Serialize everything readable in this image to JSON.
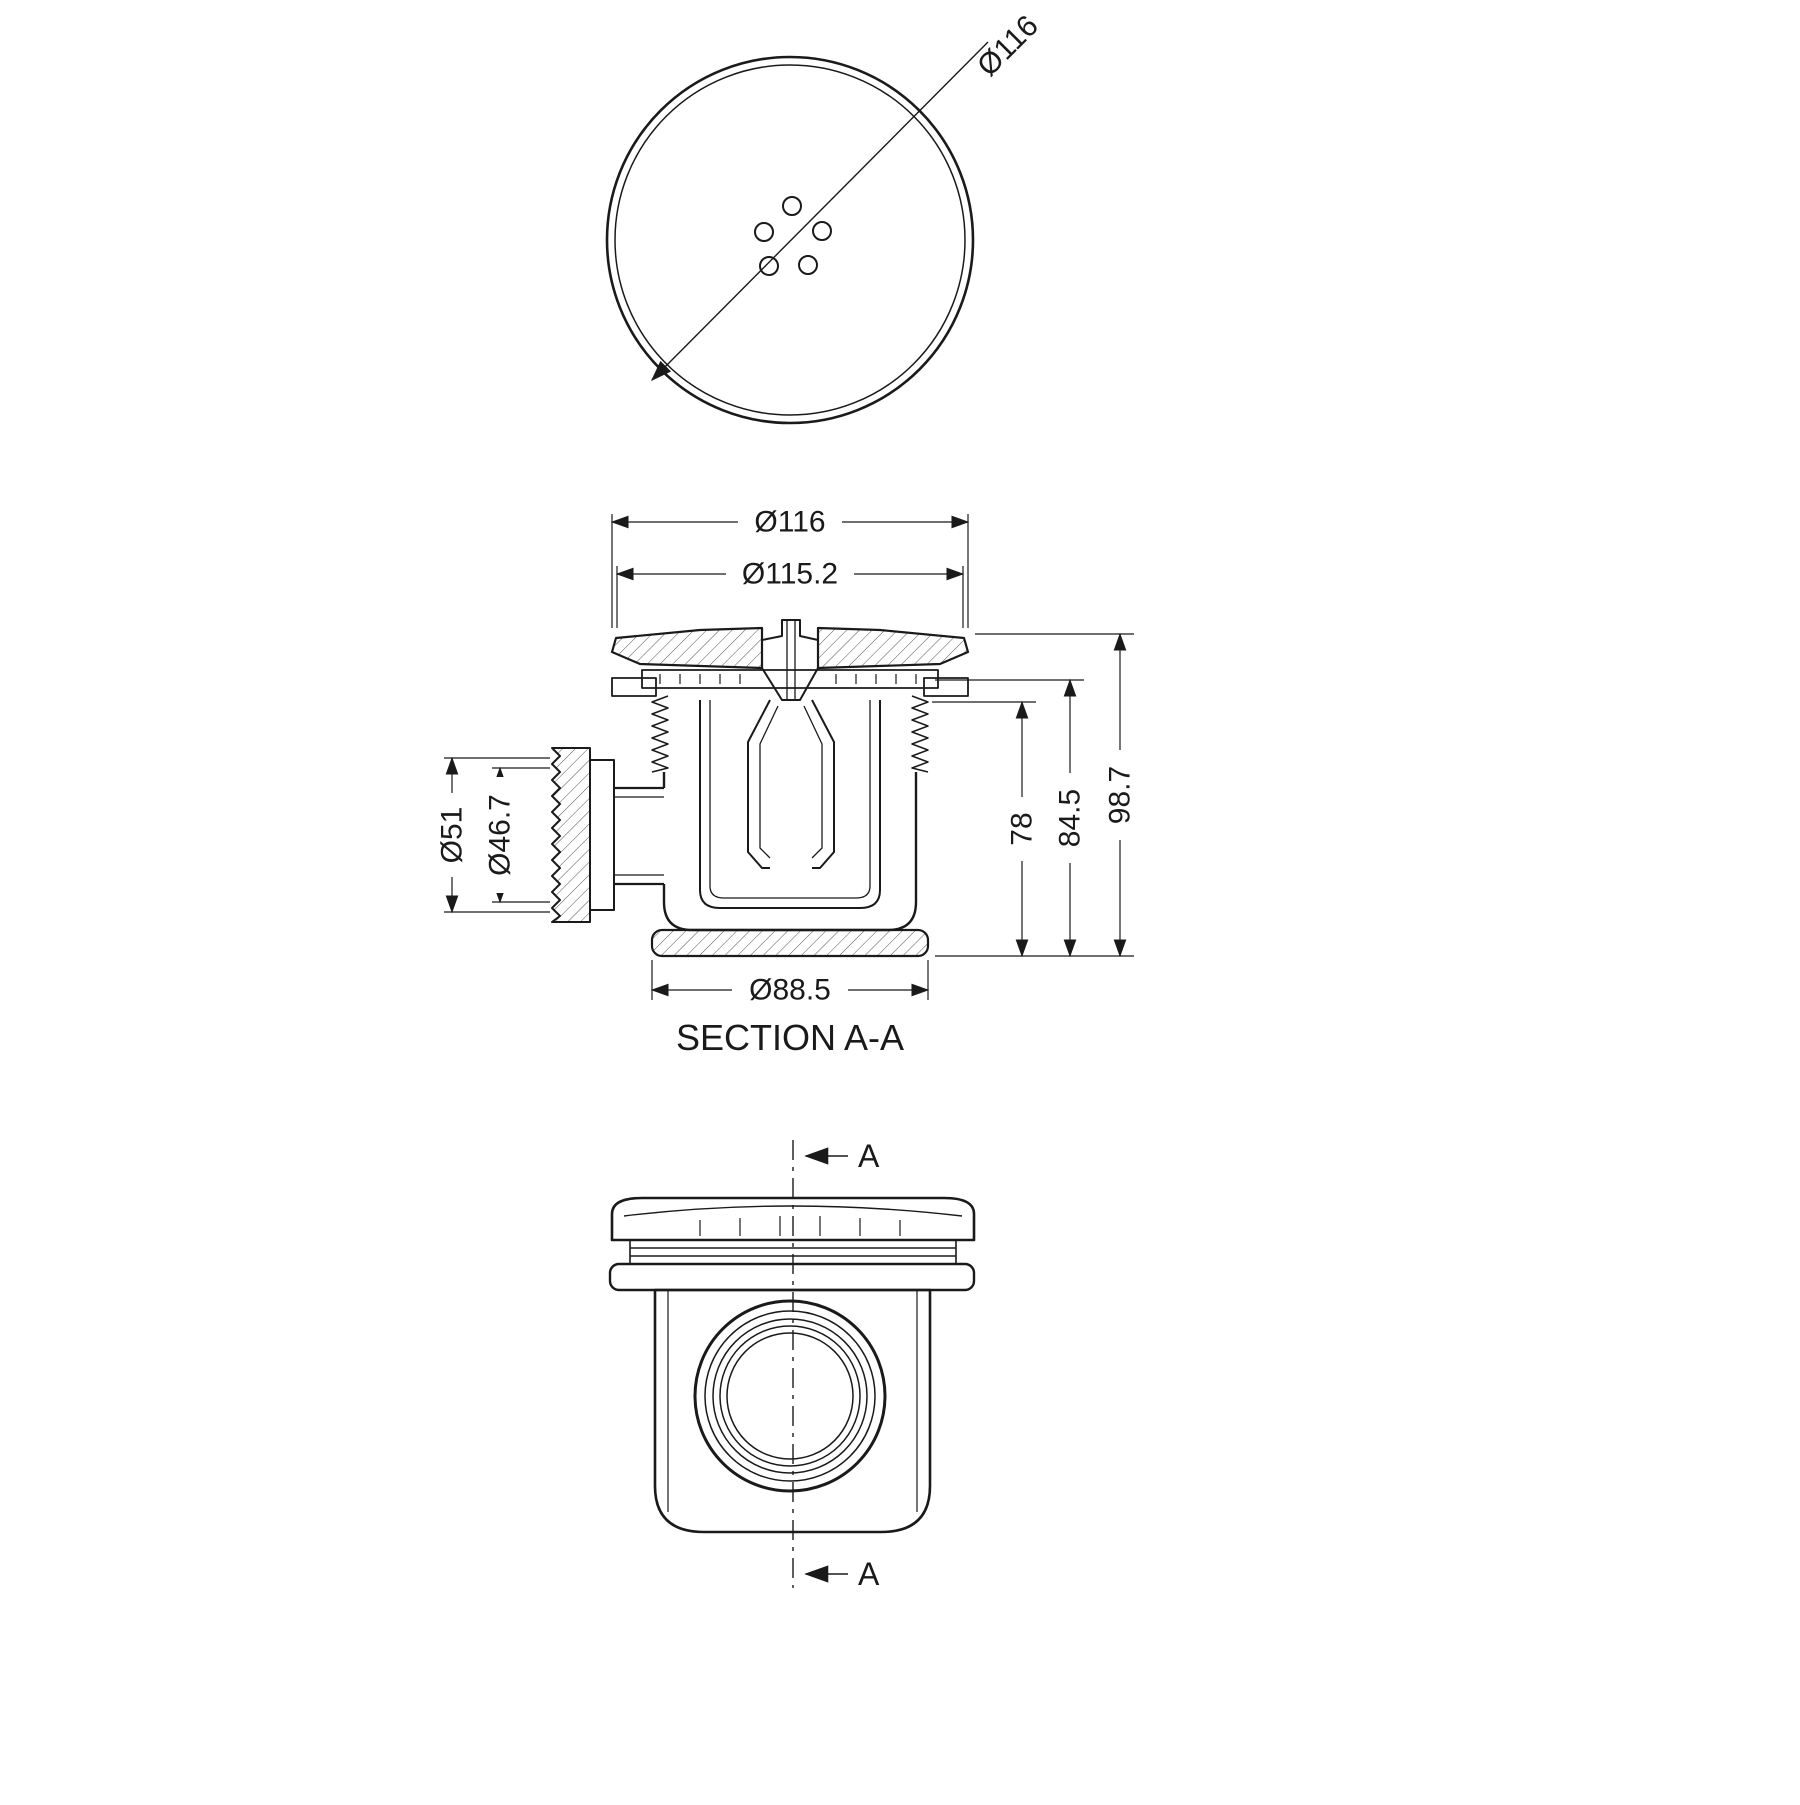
{
  "colors": {
    "line": "#1a1a1a",
    "bg": "#ffffff"
  },
  "top_view": {
    "dim_diameter": "Ø116"
  },
  "section": {
    "dim_outer": "Ø116",
    "dim_inner": "Ø115.2",
    "dim_pipe_outer": "Ø51",
    "dim_pipe_inner": "Ø46.7",
    "dim_height_inner": "78",
    "dim_height_mid": "84.5",
    "dim_height_total": "98.7",
    "dim_base": "Ø88.5",
    "caption": "SECTION A-A"
  },
  "front": {
    "cut_top": "A",
    "cut_bottom": "A"
  }
}
